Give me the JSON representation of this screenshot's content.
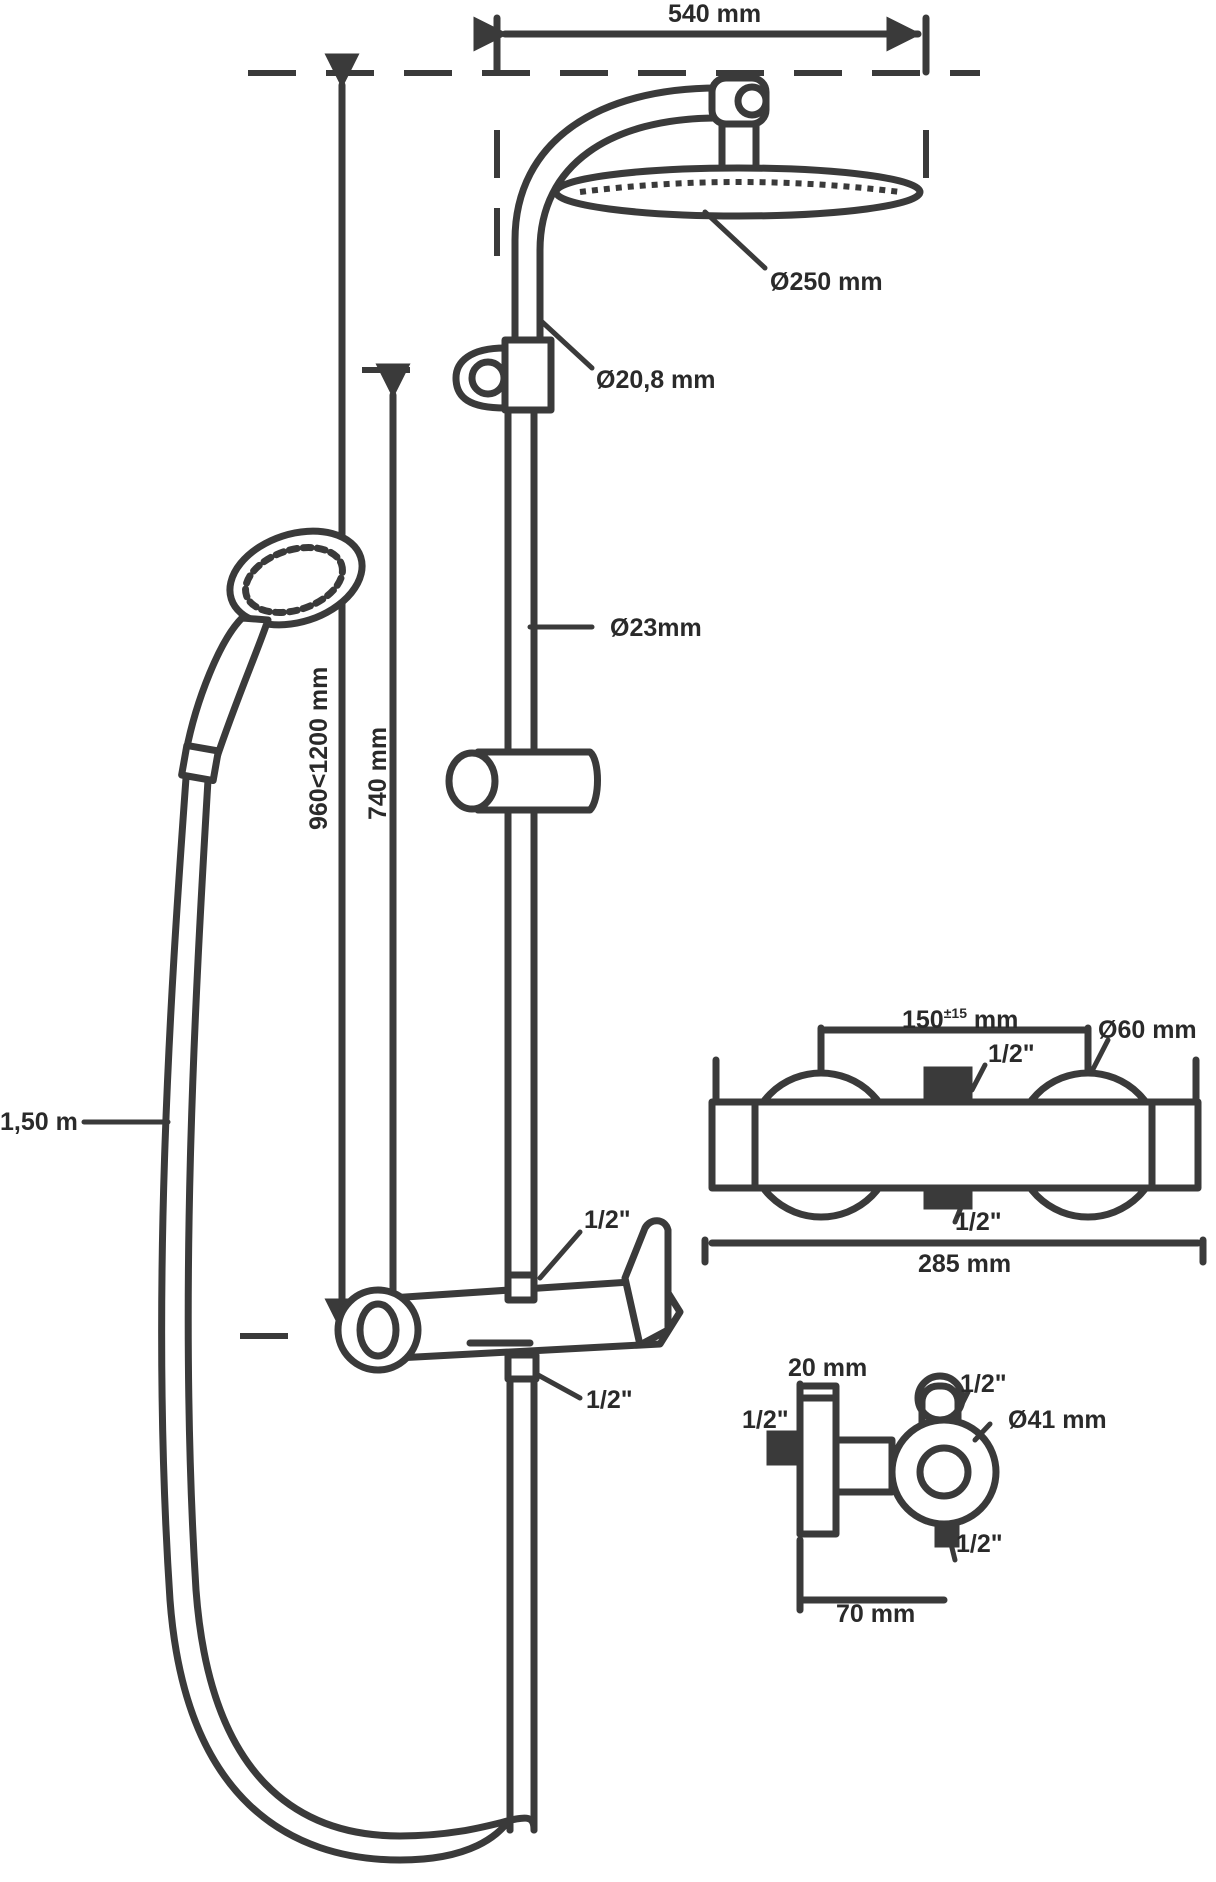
{
  "labels": {
    "width_540": "540 mm",
    "head_diameter": "Ø250 mm",
    "arm_diameter": "Ø20,8 mm",
    "bar_diameter": "Ø23mm",
    "total_height": "960<1200 mm",
    "bar_height": "740 mm",
    "hose_length": "1,50 m",
    "inlet_top": "1/2\"",
    "inlet_bottom": "1/2\"",
    "mixer_spacing_value": "150",
    "mixer_spacing_tol": "±15",
    "mixer_spacing_unit": " mm",
    "mixer_knob_diameter": "Ø60 mm",
    "mixer_top_inlet": "1/2\"",
    "mixer_bottom_inlet": "1/2\"",
    "mixer_width": "285 mm",
    "side_depth_20": "20 mm",
    "side_left_inlet": "1/2\"",
    "side_top_inlet": "1/2\"",
    "side_knob_diameter": "Ø41 mm",
    "side_bottom_inlet": "1/2\"",
    "side_depth_70": "70 mm"
  }
}
